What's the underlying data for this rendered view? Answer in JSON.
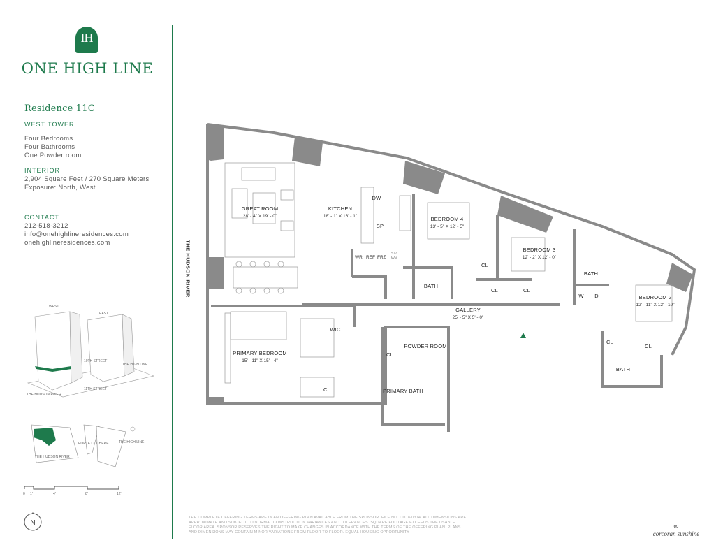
{
  "brand": {
    "monogram": "IH",
    "name": "ONE HIGH LINE"
  },
  "residence": {
    "title": "Residence 11C",
    "tower": "WEST TOWER",
    "features": [
      "Four Bedrooms",
      "Four Bathrooms",
      "One Powder room"
    ]
  },
  "interior": {
    "heading": "INTERIOR",
    "area": "2,904 Square Feet / 270 Square Meters",
    "exposure": "Exposure: North, West"
  },
  "contact": {
    "heading": "CONTACT",
    "phone": "212-518-3212",
    "email": "info@onehighlineresidences.com",
    "website": "onehighlineresidences.com"
  },
  "key_plan": {
    "west": "WEST",
    "east": "EAST",
    "street_10th": "10TH STREET",
    "street_11th": "11TH STREET",
    "high_line": "THE HIGH LINE",
    "river": "THE HUDSON RIVER"
  },
  "site_plan": {
    "river": "THE HUDSON RIVER",
    "porte_cochere": "PORTE COCHERE",
    "high_line": "THE HIGH LINE"
  },
  "scale_bar": {
    "ticks": [
      "0",
      "1'",
      "4'",
      "8'",
      "12'"
    ]
  },
  "compass": {
    "label": "N"
  },
  "river_label": "THE HUDSON RIVER",
  "rooms": {
    "great_room": {
      "name": "GREAT ROOM",
      "dims": "28' - 4\" X 19' - 0\""
    },
    "kitchen": {
      "name": "KITCHEN",
      "dims": "18' - 1\" X 16' - 1\""
    },
    "bedroom4": {
      "name": "BEDROOM 4",
      "dims": "13' - 5\" X 12' - 5\""
    },
    "bedroom3": {
      "name": "BEDROOM 3",
      "dims": "12' - 2\" X 12' - 0\""
    },
    "bedroom2": {
      "name": "BEDROOM 2",
      "dims": "12' - 11\" X 12' - 10\""
    },
    "gallery": {
      "name": "GALLERY",
      "dims": "25' - 5\" X 5' - 0\""
    },
    "primary_bedroom": {
      "name": "PRIMARY BEDROOM",
      "dims": "15' - 11\" X 15' - 4\""
    },
    "powder_room": "POWDER ROOM",
    "primary_bath": "PRIMARY BATH",
    "wic": "WIC",
    "bath": "BATH",
    "cl": "CL",
    "dw": "DW",
    "sp": "SP",
    "wr": "WR",
    "ref": "REF",
    "frz": "FRZ",
    "w": "W",
    "d": "D",
    "st": "ST/",
    "wm": "WM"
  },
  "disclaimer": "THE COMPLETE OFFERING TERMS ARE IN AN OFFERING PLAN AVAILABLE FROM THE SPONSOR. FILE NO. CD18-0314. ALL DIMENSIONS ARE APPROXIMATE AND SUBJECT TO NORMAL CONSTRUCTION VARIANCES AND TOLERANCES. SQUARE FOOTAGE EXCEEDS THE USABLE FLOOR AREA. SPONSOR RESERVES THE RIGHT TO MAKE CHANGES IN ACCORDANCE WITH THE TERMS OF THE OFFERING PLAN. PLANS AND DIMENSIONS MAY CONTAIN MINOR VARIATIONS FROM FLOOR TO FLOOR. EQUAL HOUSING OPPORTUNITY",
  "broker": {
    "mark": "∞",
    "name": "corcoran sunshine"
  },
  "colors": {
    "brand_green": "#1e7a4c",
    "wall_gray": "#8a8a8a"
  }
}
